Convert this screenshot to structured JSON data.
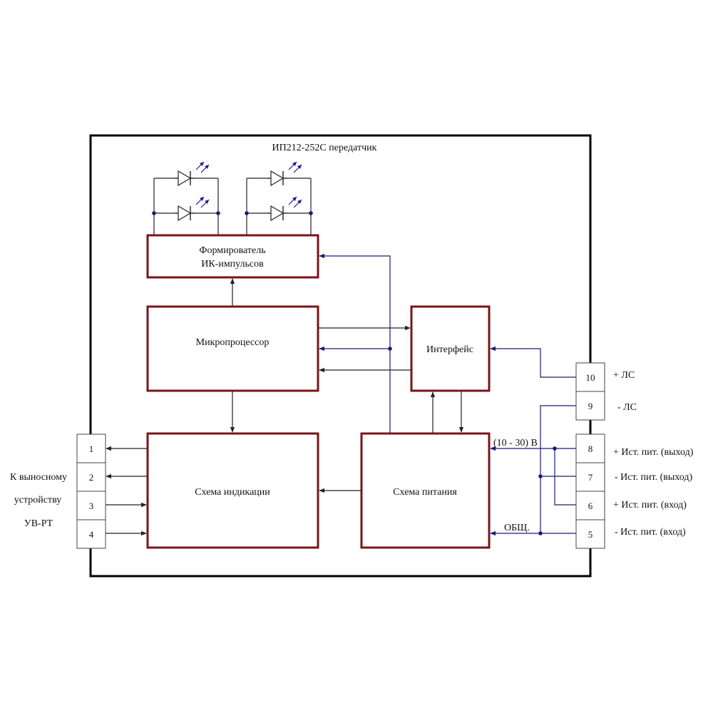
{
  "title": "ИП212-252С  передатчик",
  "colors": {
    "block_border": "#7a1416",
    "frame": "#000000",
    "wire": "#222222",
    "net": "#1a1a7a"
  },
  "blocks": {
    "former": [
      "Формирователь",
      "ИК-импульсов"
    ],
    "cpu": "Микропроцессор",
    "interface": "Интерфейс",
    "indication": "Схема индикации",
    "power": "Схема питания"
  },
  "left_connector": {
    "terminals": [
      "1",
      "2",
      "3",
      "4"
    ],
    "caption": [
      "К выносному",
      "устройству",
      "УВ-РТ"
    ]
  },
  "right_connector": {
    "terminals": [
      {
        "num": "10",
        "label": "+ ЛС"
      },
      {
        "num": "9",
        "label": "- ЛС"
      },
      {
        "num": "8",
        "label": "+ Ист. пит. (выход)"
      },
      {
        "num": "7",
        "label": "- Ист. пит. (выход)"
      },
      {
        "num": "6",
        "label": "+ Ист. пит. (вход)"
      },
      {
        "num": "5",
        "label": "- Ист. пит. (вход)"
      }
    ]
  },
  "annotations": {
    "voltage": "(10 - 30) В",
    "common": "ОБЩ."
  },
  "icons": [
    "ir-led-icon"
  ]
}
